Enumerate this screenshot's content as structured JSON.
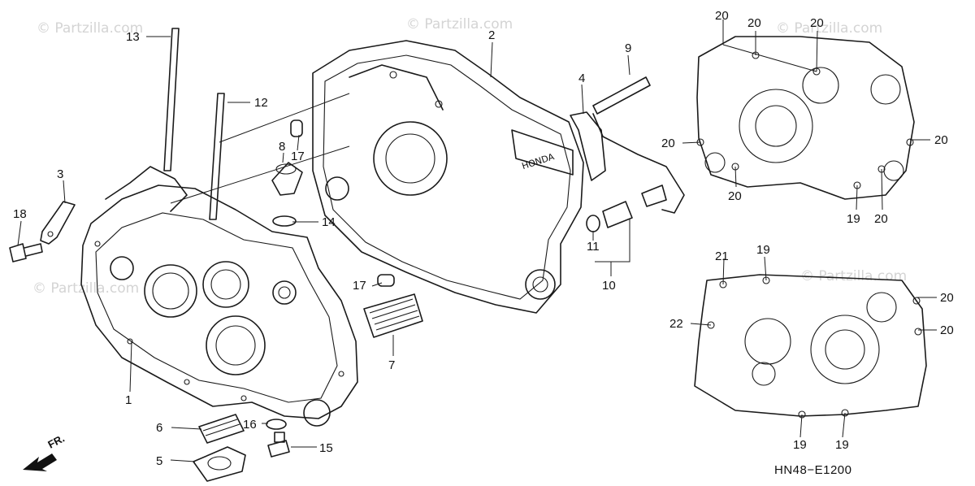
{
  "diagram": {
    "code": "HN48−E1200",
    "front_marker": "FR.",
    "watermark": "© Partzilla.com",
    "callouts": {
      "c1": "1",
      "c2": "2",
      "c3": "3",
      "c4": "4",
      "c5": "5",
      "c6": "6",
      "c7": "7",
      "c8": "8",
      "c9": "9",
      "c10": "10",
      "c11": "11",
      "c12": "12",
      "c13": "13",
      "c14": "14",
      "c15": "15",
      "c16": "16",
      "c17a": "17",
      "c17b": "17",
      "c18": "18",
      "c19a": "19",
      "c19b": "19",
      "c19c": "19",
      "c19d": "19",
      "c20a": "20",
      "c20b": "20",
      "c20c": "20",
      "c20d": "20",
      "c20e": "20",
      "c20f": "20",
      "c20g": "20",
      "c20h": "20",
      "c21": "21",
      "c22": "22"
    },
    "brand_text": "HONDA"
  }
}
